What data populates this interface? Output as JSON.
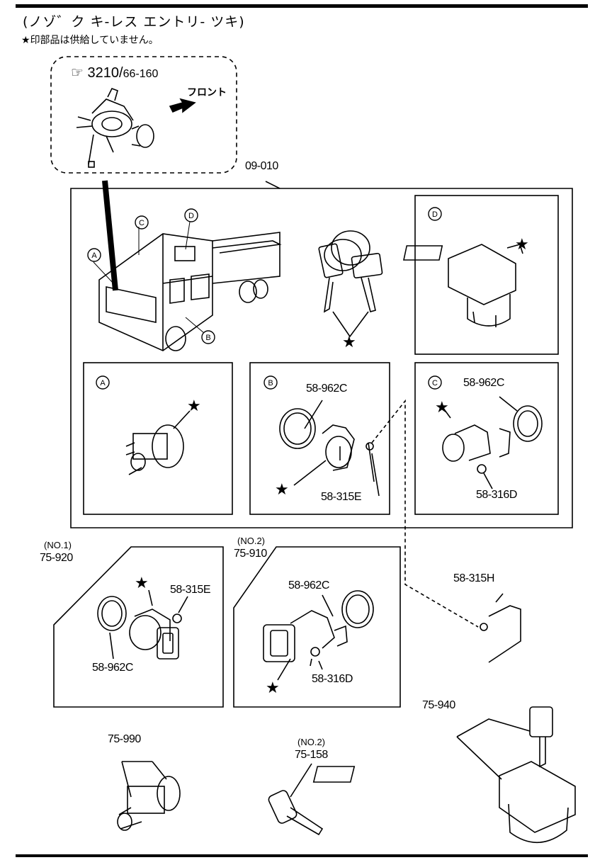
{
  "header": {
    "title": "(ノゾ゛ク キ-レス エントリ- ツキ)",
    "note_mark": "★",
    "note": "印部品は供給していません。"
  },
  "reference": {
    "icon": "pointing-hand-icon",
    "main": "3210",
    "sub": "66-160"
  },
  "front_label": "フロント",
  "callouts": {
    "A": "A",
    "B": "B",
    "C": "C",
    "D": "D"
  },
  "parts": {
    "p09_010": "09-010",
    "p58_962C_b": "58-962C",
    "p58_315E_b": "58-315E",
    "p58_962C_c": "58-962C",
    "p58_316D_c": "58-316D",
    "no1": "(NO.1)",
    "p75_920": "75-920",
    "p58_315E_1": "58-315E",
    "p58_962C_1": "58-962C",
    "no2a": "(NO.2)",
    "p75_910": "75-910",
    "p58_962C_2": "58-962C",
    "p58_316D_2": "58-316D",
    "p58_315H": "58-315H",
    "p75_990": "75-990",
    "no2b": "(NO.2)",
    "p75_158": "75-158",
    "p75_940": "75-940"
  }
}
